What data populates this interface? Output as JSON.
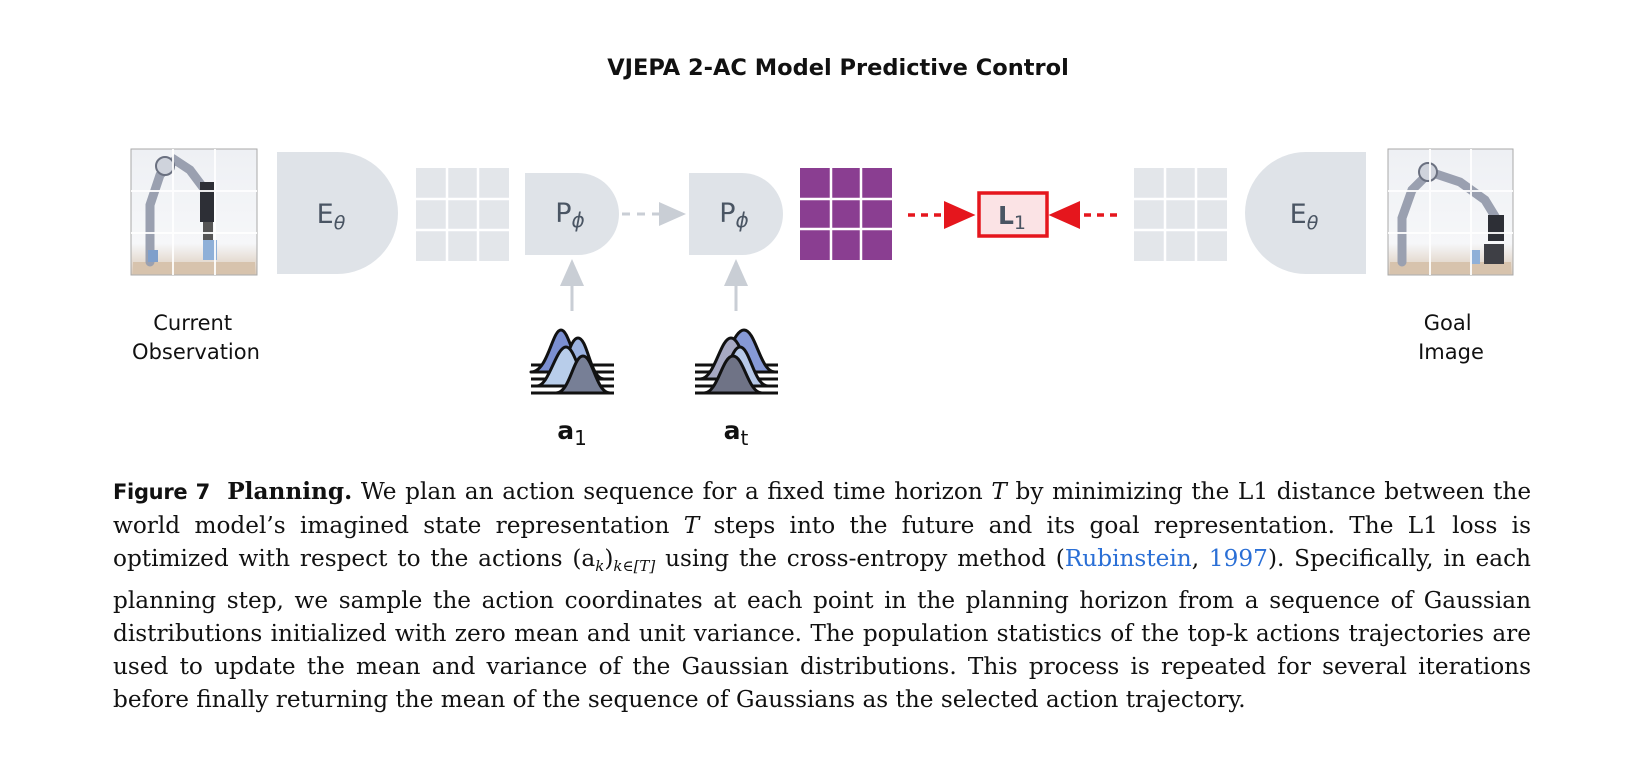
{
  "figure": {
    "title": "VJEPA 2-AC Model Predictive Control",
    "encoder_label": "E",
    "encoder_sub": "θ",
    "predictor_label": "P",
    "predictor_sub": "ϕ",
    "loss_label": "L",
    "loss_sub": "1",
    "current_obs_line1": "Current",
    "current_obs_line2": "Observation",
    "goal_line1": "Goal",
    "goal_line2": "Image",
    "action1_label": "a",
    "action1_sub": "1",
    "actiont_label": "a",
    "actiont_sub": "t",
    "colors": {
      "block_fill": "#dfe3e8",
      "grid_fill": "#e3e6ea",
      "predicted_grid": "#8a3e91",
      "loss_red": "#e5161d",
      "loss_fill": "#fbe3e5",
      "label_text": "#4a5563"
    }
  },
  "caption": {
    "label": "Figure 7",
    "title": "Planning.",
    "s1": "We plan an action sequence for a fixed time horizon",
    "var_T": "T",
    "s2": "by minimizing the L1 distance between the world model’s imagined state representation",
    "s3": "steps into the future and its goal representation. The L1 loss is optimized with respect to the actions",
    "actions_expr": "(a",
    "actions_k": "k",
    "actions_close": ")",
    "actions_sub": "k∈[T]",
    "s4": "using the cross-entropy method (",
    "cite_author": "Rubinstein",
    "cite_sep": ", ",
    "cite_year": "1997",
    "s5": "). Specifically, in each planning step, we sample the action coordinates at each point in the planning horizon from a sequence of Gaussian distributions initialized with zero mean and unit variance. The population statistics of the top-k actions trajectories are used to update the mean and variance of the Gaussian distributions. This process is repeated for several iterations before finally returning the mean of the sequence of Gaussians as the selected action trajectory."
  }
}
